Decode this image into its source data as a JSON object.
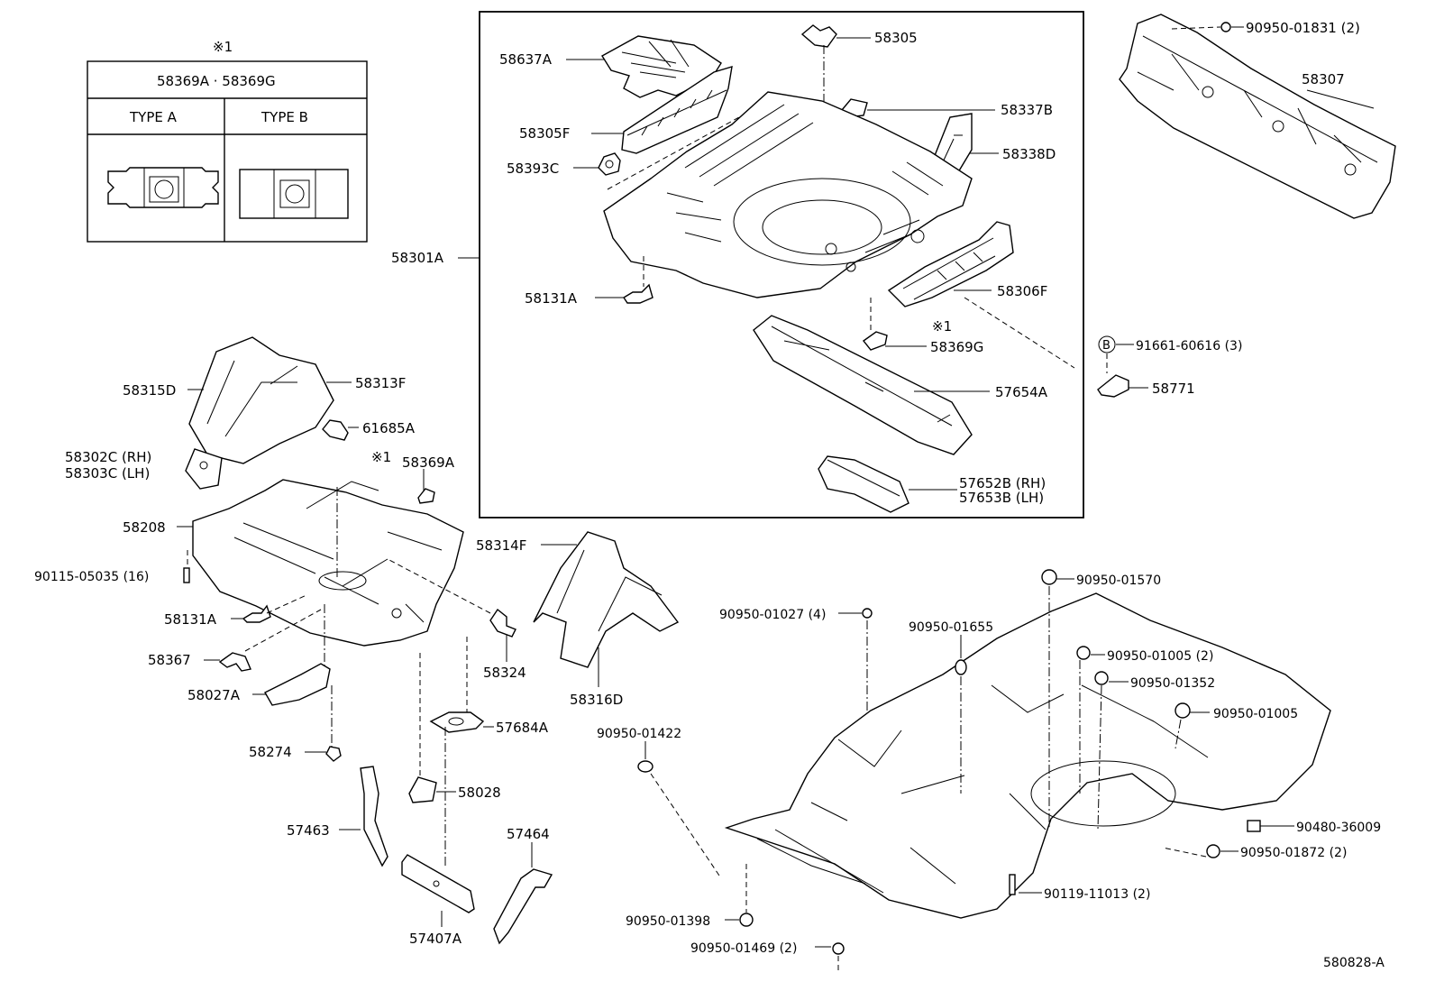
{
  "table": {
    "mark": "※1",
    "header": "58369A · 58369G",
    "type_a": "TYPE A",
    "type_b": "TYPE B"
  },
  "labels": {
    "p58637A": "58637A",
    "p58305": "58305",
    "p58337B": "58337B",
    "p58305F": "58305F",
    "p58338D": "58338D",
    "p58393C": "58393C",
    "p58301A": "58301A",
    "p58131A_top": "58131A",
    "p58306F": "58306F",
    "mark_58369G": "※1",
    "p58369G": "58369G",
    "p57654A": "57654A",
    "p57652B": "57652B (RH)",
    "p57653B": "57653B (LH)",
    "p90950_01831": "90950-01831 (2)",
    "p58307": "58307",
    "p91661_60616": "91661-60616 (3)",
    "bolt_mark": "B",
    "p58771": "58771",
    "p58315D": "58315D",
    "p58313F": "58313F",
    "p61685A": "61685A",
    "p58302C": "58302C (RH)",
    "p58303C": "58303C (LH)",
    "mark_58369A": "※1",
    "p58369A": "58369A",
    "p58208": "58208",
    "p90115_05035": "90115-05035 (16)",
    "p58131A_mid": "58131A",
    "p58367": "58367",
    "p58027A": "58027A",
    "p58274": "58274",
    "p57684A": "57684A",
    "p58028": "58028",
    "p57463": "57463",
    "p57407A": "57407A",
    "p57464": "57464",
    "p58324": "58324",
    "p58314F": "58314F",
    "p58316D": "58316D",
    "p90950_01027": "90950-01027 (4)",
    "p90950_01655": "90950-01655",
    "p90950_01570": "90950-01570",
    "p90950_01005_2": "90950-01005 (2)",
    "p90950_01352": "90950-01352",
    "p90950_01005": "90950-01005",
    "p90950_01422": "90950-01422",
    "p90480_36009": "90480-36009",
    "p90950_01872": "90950-01872 (2)",
    "p90119_11013": "90119-11013 (2)",
    "p90950_01398": "90950-01398",
    "p90950_01469": "90950-01469 (2)",
    "figure_id": "580828-A"
  }
}
